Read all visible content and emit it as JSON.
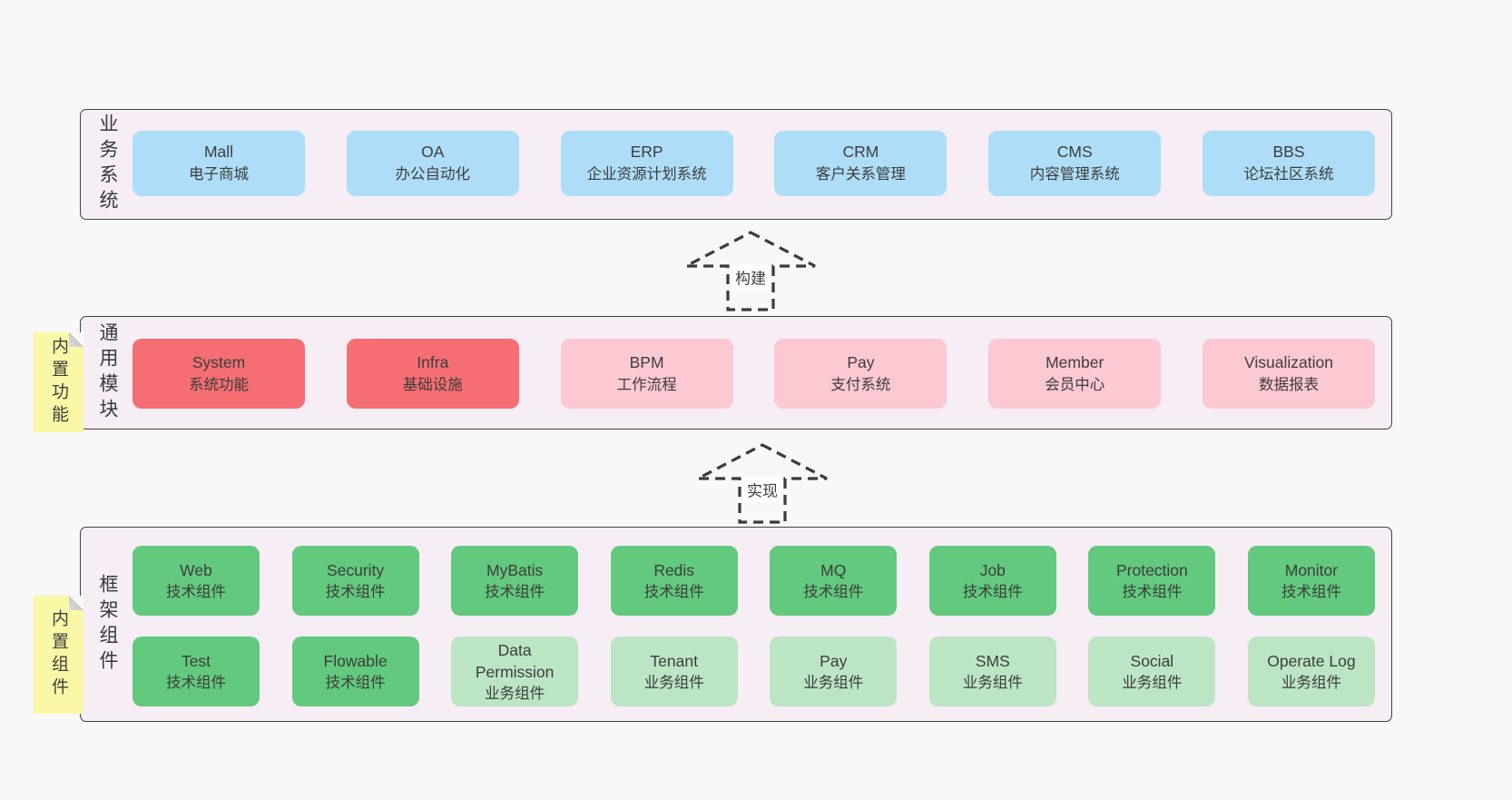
{
  "diagram": {
    "rows": [
      {
        "label": "业务系统",
        "boxes": [
          {
            "name": "Mall",
            "desc": "电子商城"
          },
          {
            "name": "OA",
            "desc": "办公自动化"
          },
          {
            "name": "ERP",
            "desc": "企业资源计划系统"
          },
          {
            "name": "CRM",
            "desc": "客户关系管理"
          },
          {
            "name": "CMS",
            "desc": "内容管理系统"
          },
          {
            "name": "BBS",
            "desc": "论坛社区系统"
          }
        ]
      },
      {
        "label": "通用模块",
        "tag": "内置功能",
        "boxes": [
          {
            "name": "System",
            "desc": "系统功能"
          },
          {
            "name": "Infra",
            "desc": "基础设施"
          },
          {
            "name": "BPM",
            "desc": "工作流程"
          },
          {
            "name": "Pay",
            "desc": "支付系统"
          },
          {
            "name": "Member",
            "desc": "会员中心"
          },
          {
            "name": "Visualization",
            "desc": "数据报表"
          }
        ]
      },
      {
        "label": "框架组件",
        "tag": "内置组件",
        "grid": [
          [
            {
              "name": "Web",
              "desc": "技术组件"
            },
            {
              "name": "Security",
              "desc": "技术组件"
            },
            {
              "name": "MyBatis",
              "desc": "技术组件"
            },
            {
              "name": "Redis",
              "desc": "技术组件"
            },
            {
              "name": "MQ",
              "desc": "技术组件"
            },
            {
              "name": "Job",
              "desc": "技术组件"
            },
            {
              "name": "Protection",
              "desc": "技术组件"
            },
            {
              "name": "Monitor",
              "desc": "技术组件"
            }
          ],
          [
            {
              "name": "Test",
              "desc": "技术组件"
            },
            {
              "name": "Flowable",
              "desc": "技术组件"
            },
            {
              "name": "Data Permission",
              "desc": "业务组件"
            },
            {
              "name": "Tenant",
              "desc": "业务组件"
            },
            {
              "name": "Pay",
              "desc": "业务组件"
            },
            {
              "name": "SMS",
              "desc": "业务组件"
            },
            {
              "name": "Social",
              "desc": "业务组件"
            },
            {
              "name": "Operate Log",
              "desc": "业务组件"
            }
          ]
        ]
      }
    ],
    "arrows": [
      {
        "label": "构建"
      },
      {
        "label": "实现"
      }
    ],
    "colors": {
      "system_blue": "#aeddf7",
      "core_red": "#f56e73",
      "module_pink": "#fcc8d2",
      "tech_green": "#62c97e",
      "biz_light_green": "#bce5c4",
      "panel_background": "#f6edf5",
      "tag_yellow": "#faf8a6"
    }
  }
}
